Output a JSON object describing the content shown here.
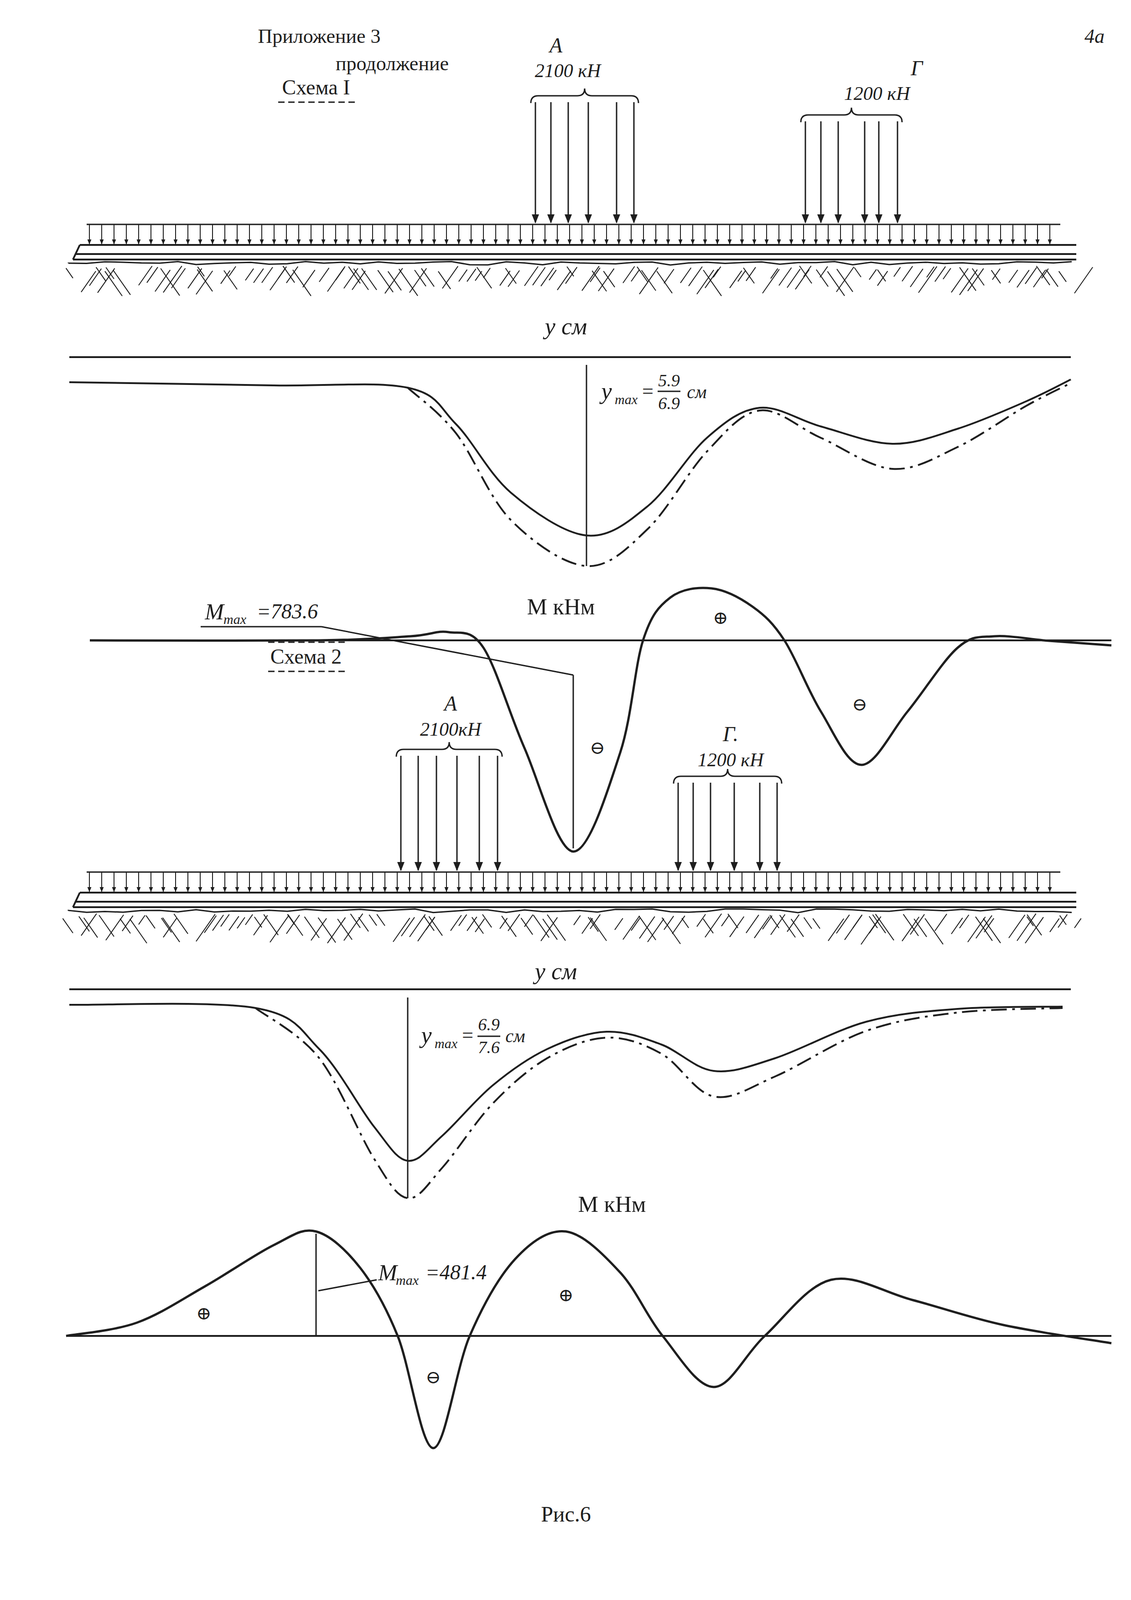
{
  "diagram": {
    "caption": "Рис.6",
    "labels": [
      "Приложение 3",
      "4а",
      "А",
      "продолжение",
      "2100 кН",
      "Г",
      "Схема I",
      "1200 кН",
      "y см",
      "y",
      "max",
      "=",
      "5.9",
      "6.9",
      "см",
      "M",
      "max",
      "=783.6",
      "M кНм",
      "⊕",
      "⊖",
      "⊖",
      "Схема 2",
      "А",
      "2100кН",
      "Г.",
      "1200 кН",
      "y см",
      "y",
      "max",
      "=",
      "6.9",
      "7.6",
      "см",
      "M кНм",
      "M",
      "max",
      "=481.4",
      "⊕",
      "⊖",
      "⊕"
    ]
  }
}
